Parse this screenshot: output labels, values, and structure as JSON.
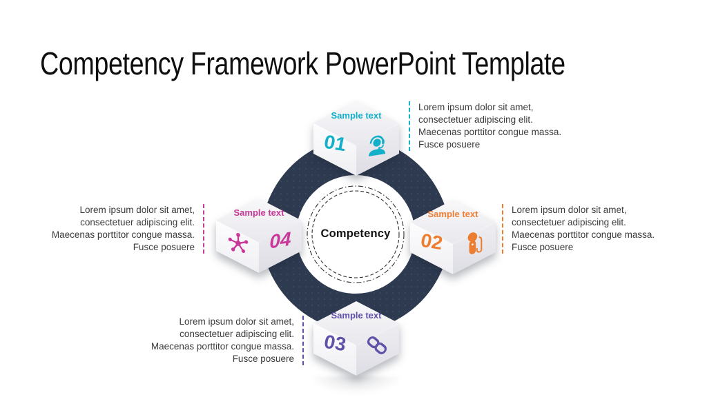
{
  "title": "Competency Framework PowerPoint Template",
  "center_label": "Competency",
  "items": [
    {
      "number": "01",
      "label": "Sample text",
      "icon": "support-agent-icon",
      "color": "#14AFC8",
      "position": "top",
      "description": "Lorem ipsum dolor sit amet,\nconsectetuer adipiscing elit.\nMaecenas porttitor congue massa.\nFusce posuere"
    },
    {
      "number": "02",
      "label": "Sample text",
      "icon": "microphone-icon",
      "color": "#ED7D31",
      "position": "right",
      "description": "Lorem ipsum dolor sit amet,\nconsectetuer adipiscing elit.\nMaecenas porttitor congue massa.\nFusce posuere"
    },
    {
      "number": "03",
      "label": "Sample text",
      "icon": "chain-link-icon",
      "color": "#5F51A8",
      "position": "bottom",
      "description": "Lorem ipsum dolor sit amet,\nconsectetuer adipiscing elit.\nMaecenas porttitor congue massa.\nFusce posuere"
    },
    {
      "number": "04",
      "label": "Sample text",
      "icon": "network-hub-icon",
      "color": "#C73898",
      "position": "left",
      "description": "Lorem ipsum dolor sit amet,\nconsectetuer adipiscing elit.\nMaecenas porttitor congue massa.\nFusce posuere"
    }
  ],
  "colors": {
    "ring": "#2E3A50",
    "background": "#FFFFFF",
    "title_text": "#0F0F0F",
    "body_text": "#3B3B3B",
    "dashed_circle": "#2F2F2F"
  }
}
